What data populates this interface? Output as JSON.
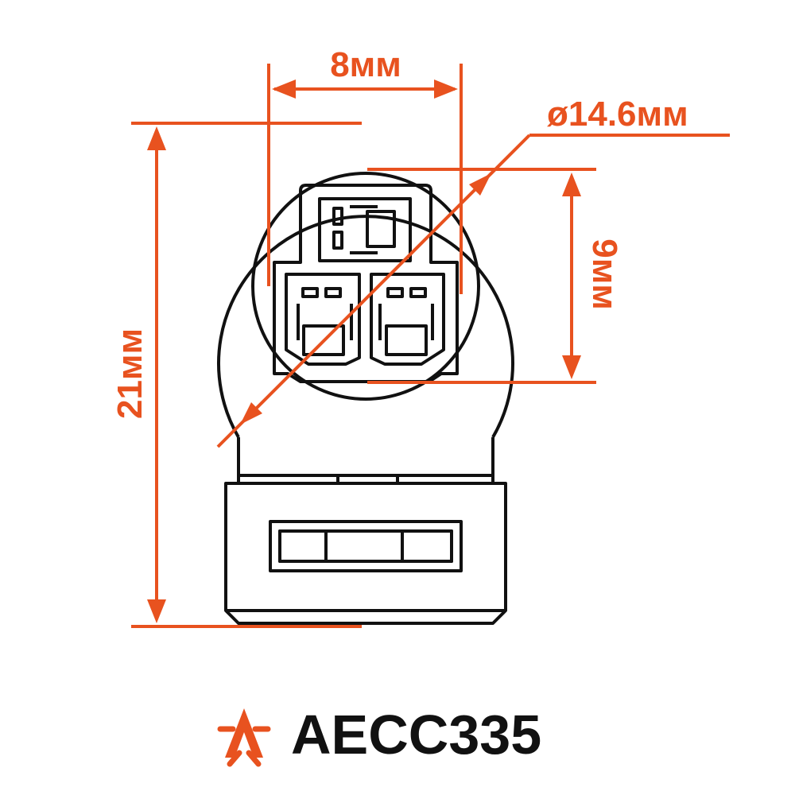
{
  "dimensions": {
    "width_top": "8мм",
    "diameter": "ø14.6мм",
    "height_right": "9мм",
    "height_total": "21мм"
  },
  "brand": {
    "code": "AECC335",
    "logo_icon": "a-star-logo-icon"
  },
  "colors": {
    "dimension": "#e8521f",
    "outline": "#111111",
    "background": "#ffffff"
  }
}
